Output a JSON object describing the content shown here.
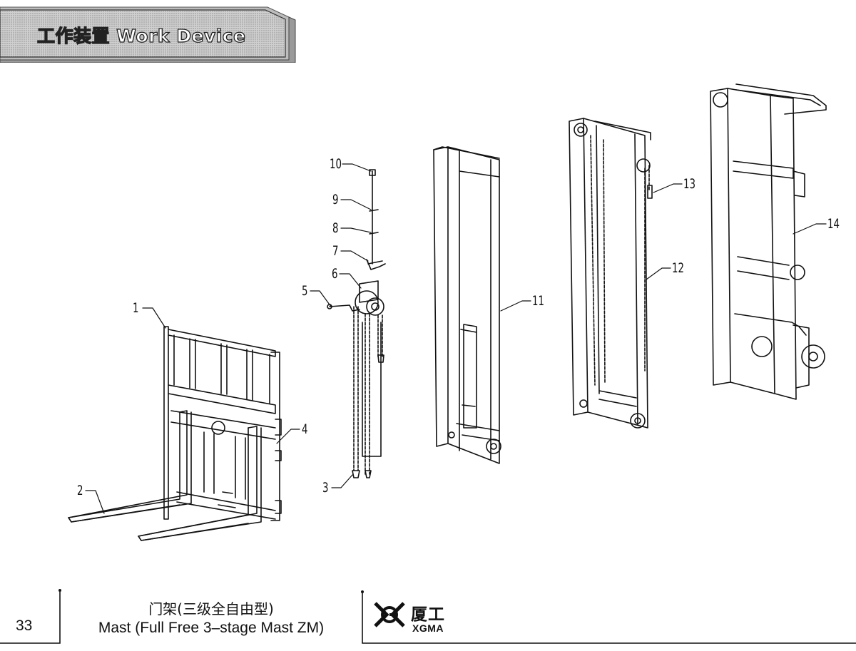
{
  "header": {
    "title": "工作装置 Work Device"
  },
  "callouts": [
    "1",
    "2",
    "3",
    "4",
    "5",
    "6",
    "7",
    "8",
    "9",
    "10",
    "11",
    "12",
    "13",
    "14"
  ],
  "footer": {
    "page_number": "33",
    "title_cn": "门架(三级全自由型)",
    "title_en": "Mast (Full Free 3–stage Mast ZM)",
    "brand_cn": "厦工",
    "brand_en": "XGMA"
  },
  "colors": {
    "line": "#111111",
    "banner_fill": "#c8c8c8",
    "background": "#ffffff"
  },
  "icons": {
    "brand_logo": "xgma-logo-icon"
  }
}
